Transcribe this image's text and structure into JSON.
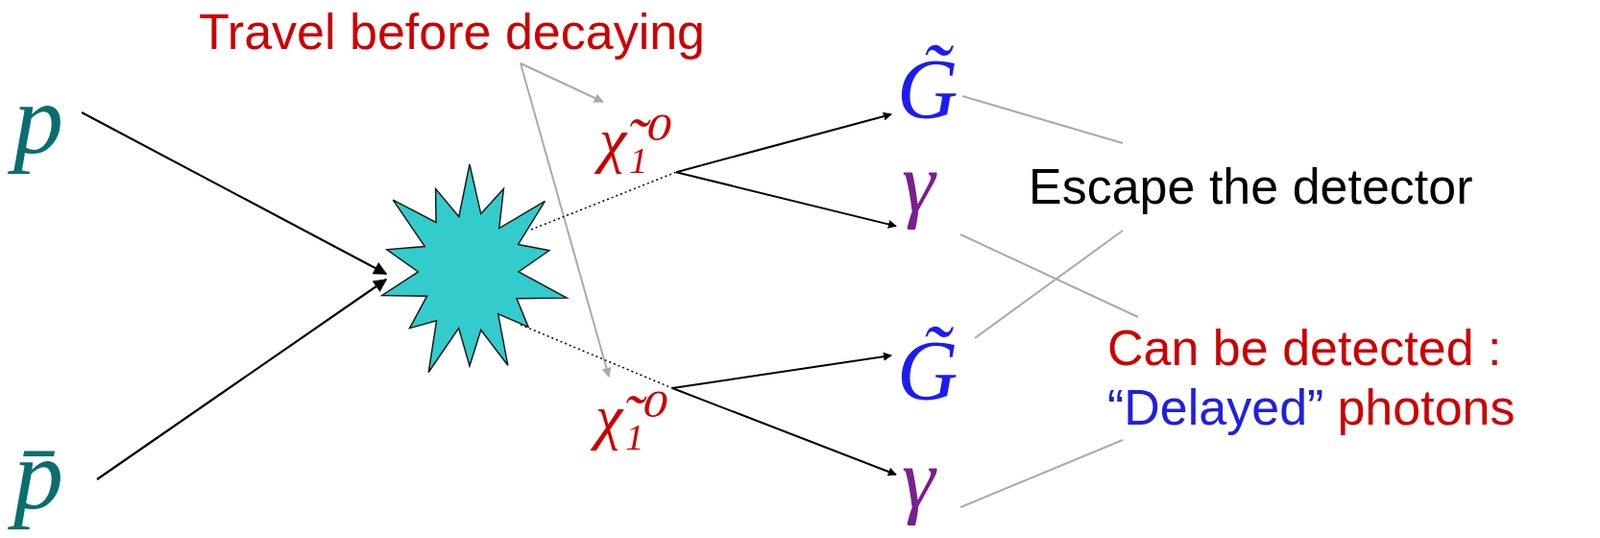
{
  "diagram": {
    "nodes": [
      {
        "text": [
          "p"
        ]
      },
      {
        "text": [
          "p̄"
        ]
      },
      {
        "text": [
          "χ̃₁⁰"
        ]
      },
      {
        "text": [
          "χ̃₁⁰"
        ]
      },
      {
        "text": [
          "G̃"
        ]
      },
      {
        "text": [
          "γ"
        ]
      },
      {
        "text": [
          "G̃"
        ]
      },
      {
        "text": [
          "γ"
        ]
      }
    ],
    "edges": [
      {
        "from": 2,
        "to": 4,
        "arrow": "to"
      },
      {
        "from": 2,
        "to": 5,
        "arrow": "to"
      },
      {
        "from": 3,
        "to": 6,
        "arrow": "to"
      },
      {
        "from": 3,
        "to": 7,
        "arrow": "to"
      }
    ],
    "labels": [
      "Travel before decaying",
      "Escape the detector",
      "Can be detected :",
      "“Delayed”",
      "photons"
    ]
  }
}
